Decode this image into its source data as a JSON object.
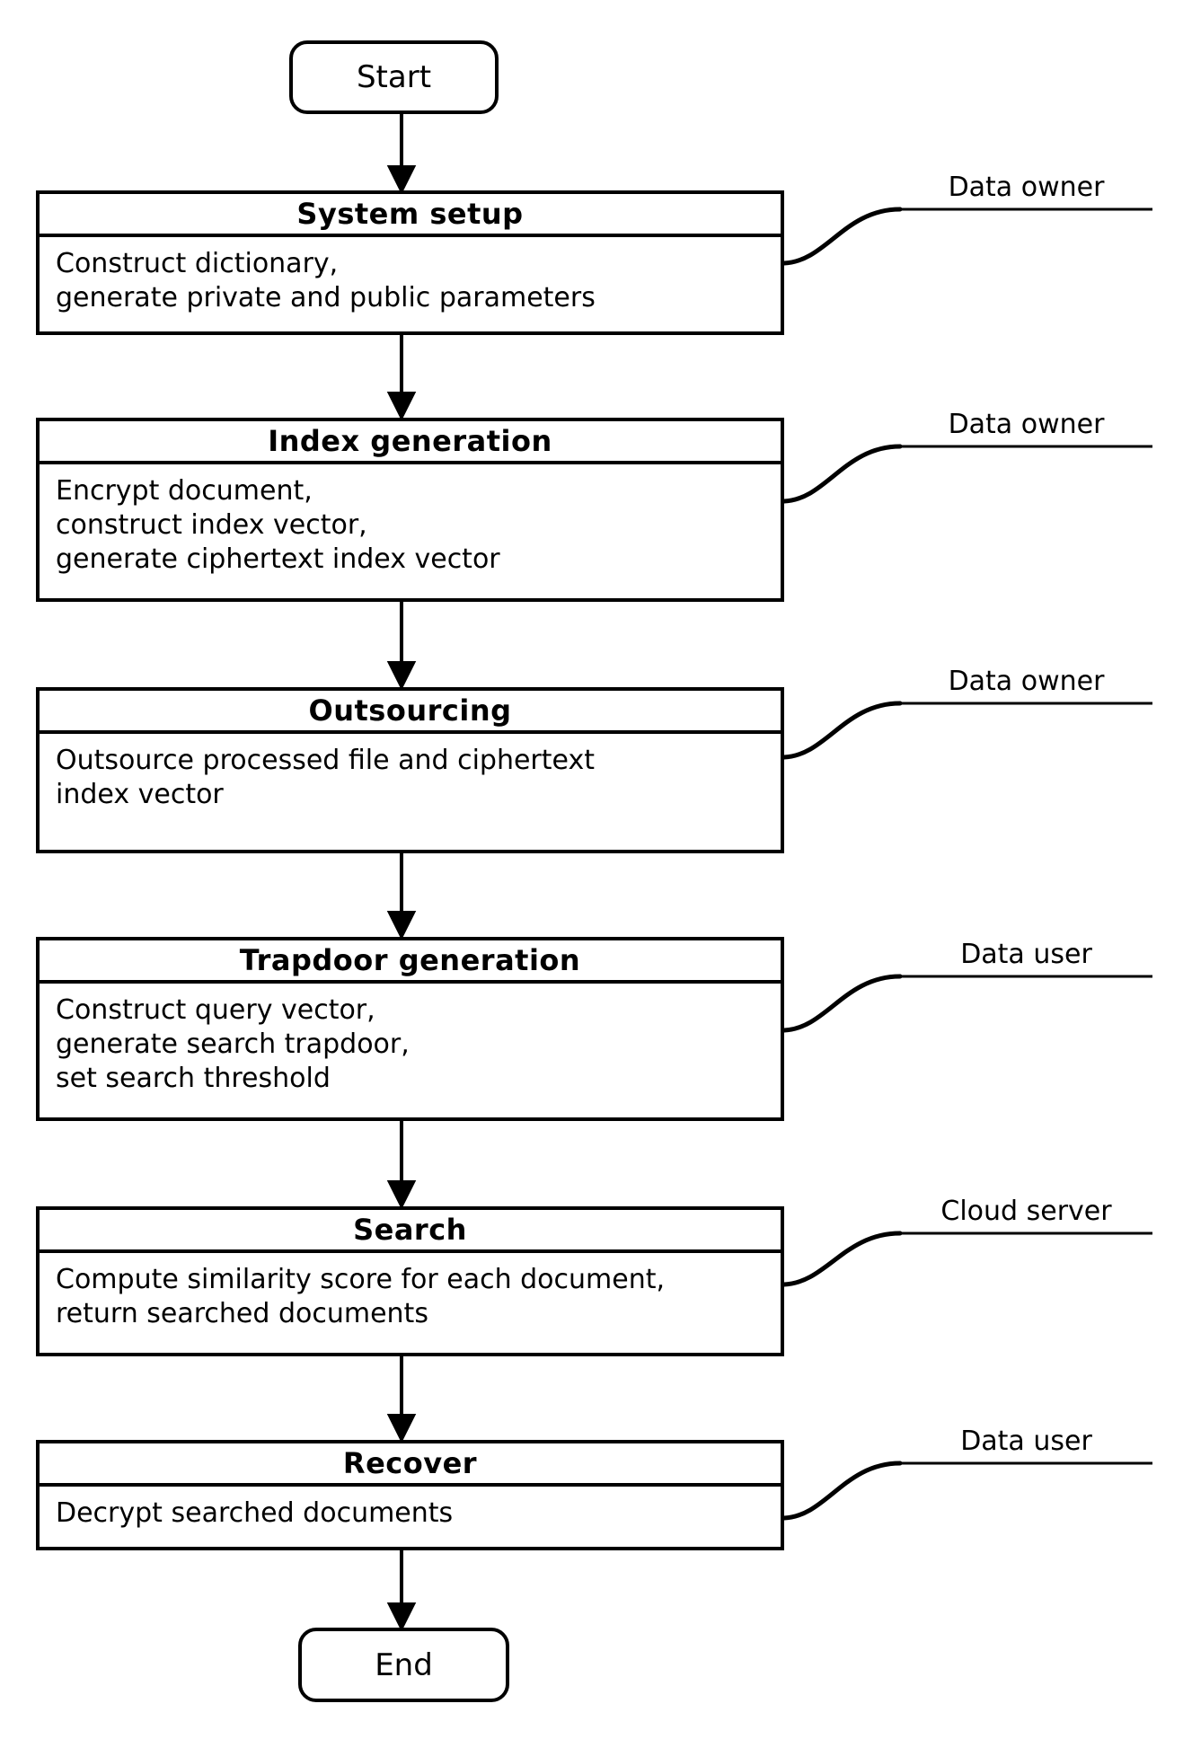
{
  "diagram": {
    "start_label": "Start",
    "end_label": "End",
    "stages": [
      {
        "title": "System setup",
        "description": "Construct dictionary,\ngenerate private and public parameters",
        "actor": "Data owner"
      },
      {
        "title": "Index generation",
        "description": "Encrypt document,\nconstruct index vector,\ngenerate ciphertext index vector",
        "actor": "Data owner"
      },
      {
        "title": "Outsourcing",
        "description": "Outsource processed file and ciphertext\nindex vector",
        "actor": "Data owner"
      },
      {
        "title": "Trapdoor generation",
        "description": "Construct query vector,\ngenerate search trapdoor,\nset search threshold",
        "actor": "Data user"
      },
      {
        "title": "Search",
        "description": "Compute similarity score for each document,\nreturn searched documents",
        "actor": "Cloud server"
      },
      {
        "title": "Recover",
        "description": "Decrypt searched documents",
        "actor": "Data user"
      }
    ],
    "colors": {
      "stroke": "#000000",
      "background": "#ffffff"
    }
  }
}
